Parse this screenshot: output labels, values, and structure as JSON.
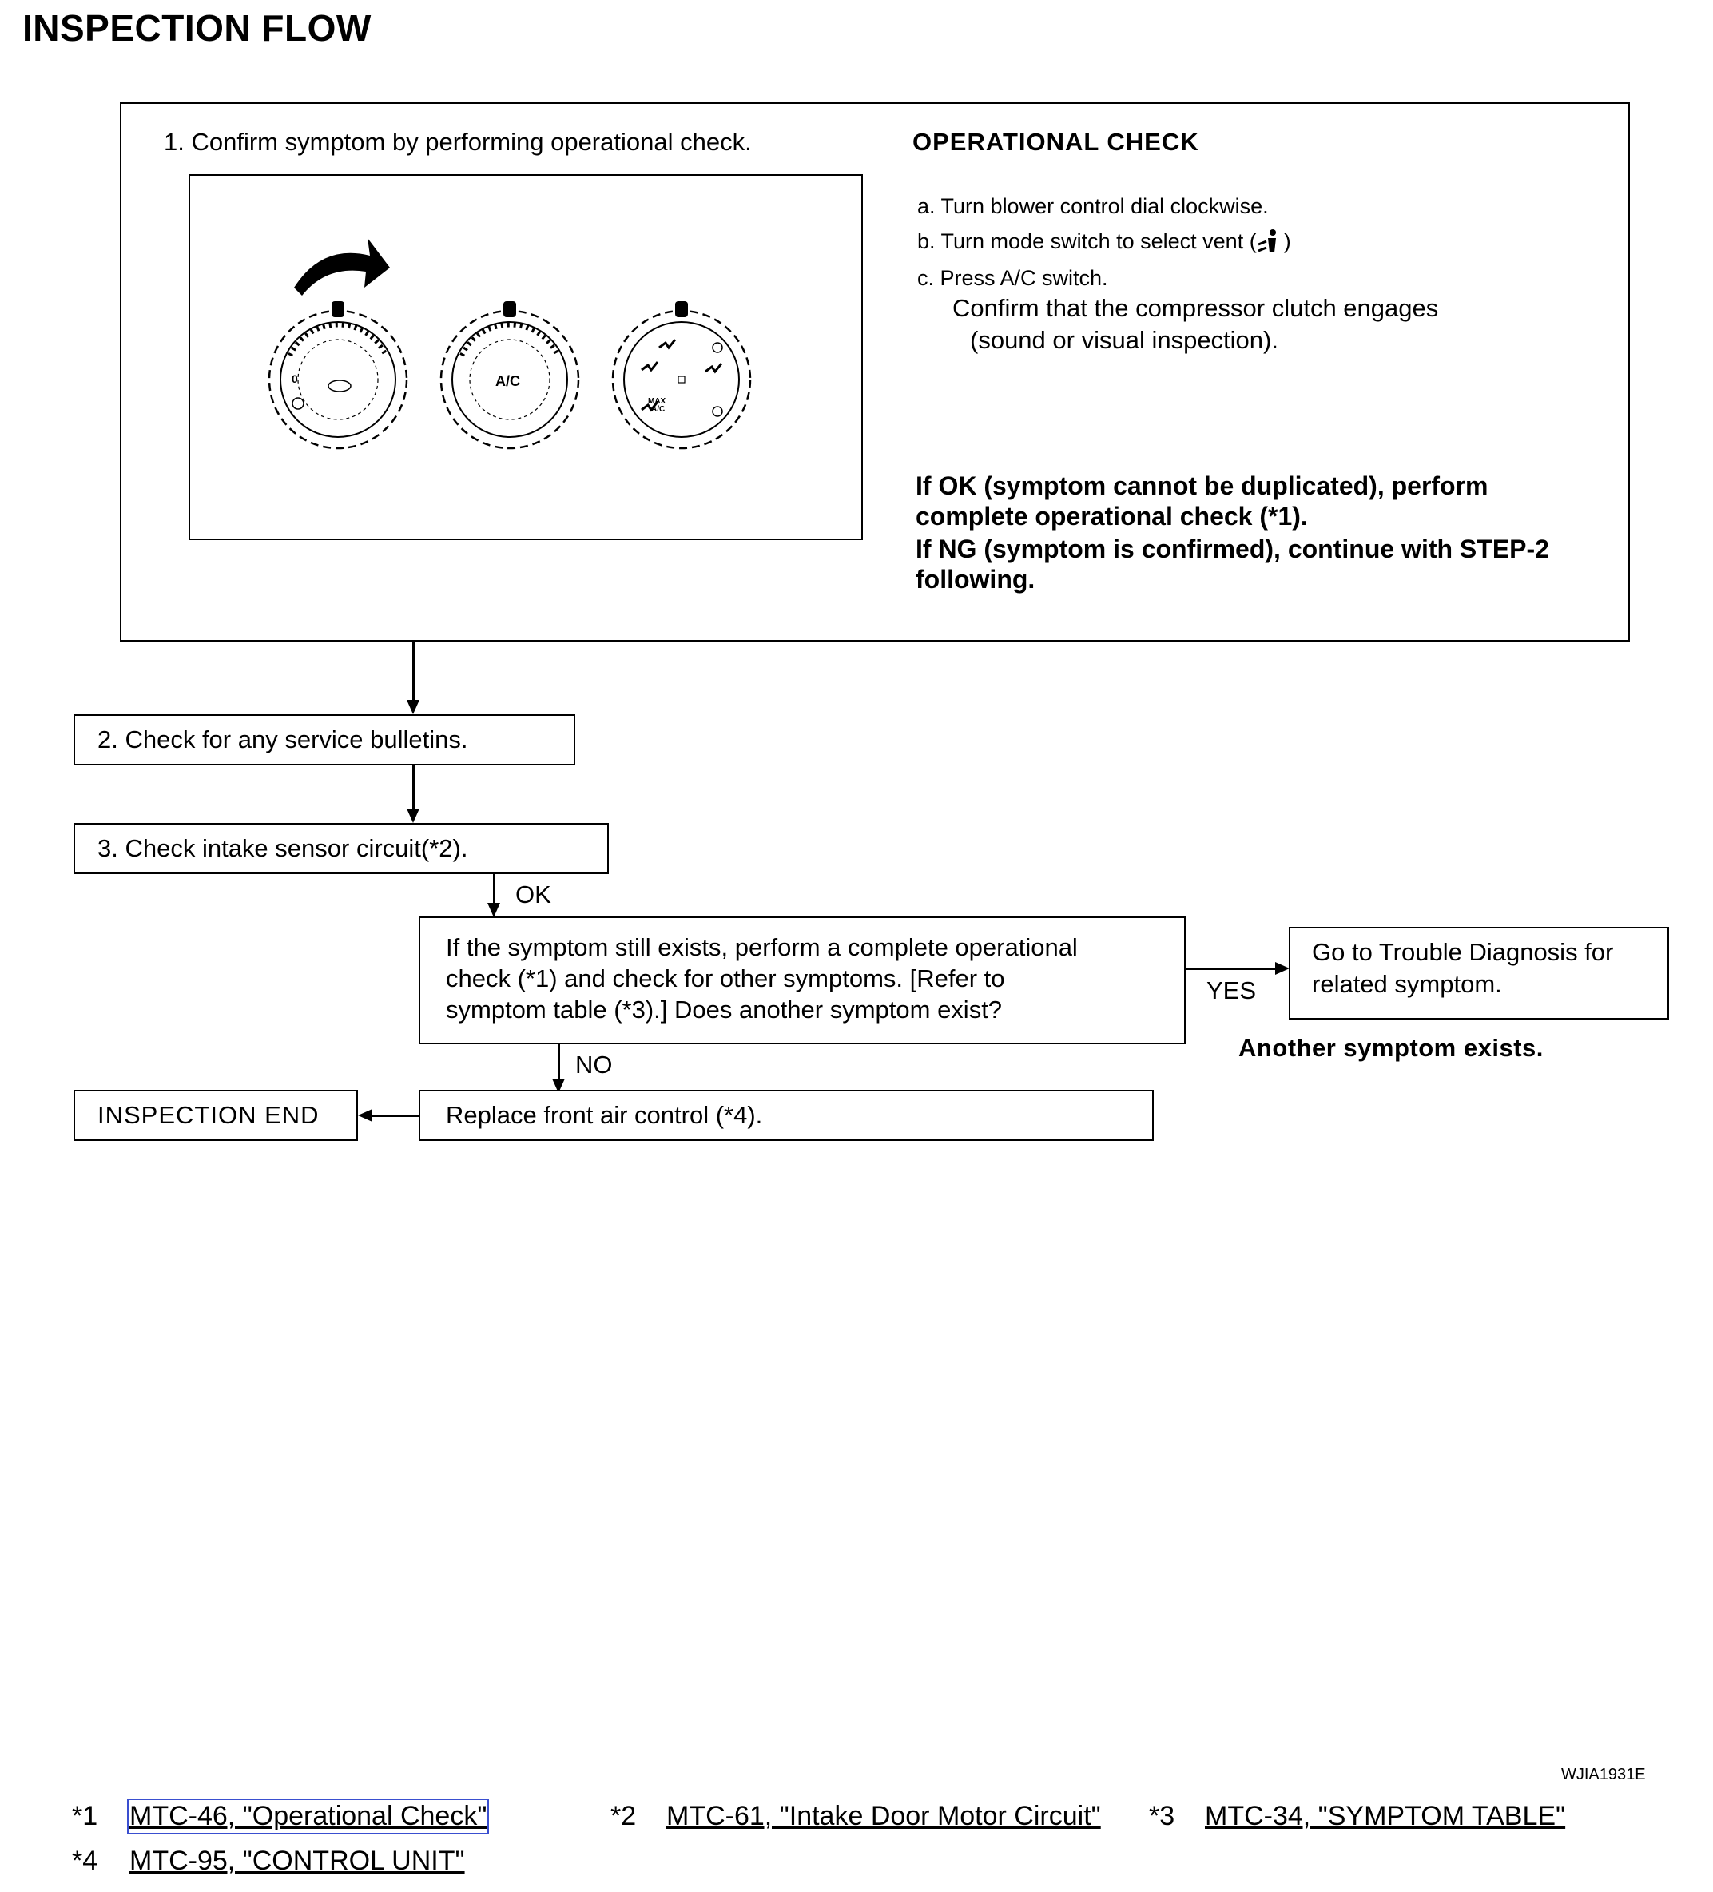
{
  "title": "INSPECTION FLOW",
  "step1": {
    "label": "1. Confirm symptom by performing operational check.",
    "op_title": "OPERATIONAL CHECK",
    "op_a": "a.  Turn blower control dial clockwise.",
    "op_b": "b.  Turn mode switch to select vent  (",
    "op_b_end": ")",
    "op_c": "c.  Press A/C switch.",
    "op_c2": "Confirm that the compressor clutch engages",
    "op_c3": "(sound or visual inspection).",
    "ok_1": "If OK (symptom cannot be duplicated), perform",
    "ok_2": "complete operational check (*1).",
    "ng_1": "If NG (symptom is confirmed), continue with STEP-2",
    "ng_2": "following.",
    "dial_mid_label": "A/C",
    "dial_left_zero": "0",
    "dial_right_max": "MAX",
    "dial_right_ac": "A/C"
  },
  "step2": {
    "label": "2. Check for any service bulletins."
  },
  "step3": {
    "label": "3. Check intake sensor circuit(*2)."
  },
  "ok_label": "OK",
  "question": {
    "line1": "If the symptom still exists, perform a complete operational",
    "line2": "check (*1) and check for other symptoms. [Refer to",
    "line3": "symptom table (*3).] Does another symptom exist?"
  },
  "yes_label": "YES",
  "goto_box": {
    "line1": "Go to Trouble Diagnosis for",
    "line2": "related symptom."
  },
  "another_symptom": "Another symptom exists.",
  "no_label": "NO",
  "replace_box": "Replace front air control (*4).",
  "end_box": "INSPECTION END",
  "figure_code": "WJIA1931E",
  "references": [
    {
      "star": "*1",
      "link": "MTC-46, \"Operational Check\""
    },
    {
      "star": "*2",
      "link": "MTC-61, \"Intake Door Motor Circuit\""
    },
    {
      "star": "*3",
      "link": "MTC-34, \"SYMPTOM TABLE\""
    },
    {
      "star": "*4",
      "link": "MTC-95, \"CONTROL UNIT\""
    }
  ]
}
